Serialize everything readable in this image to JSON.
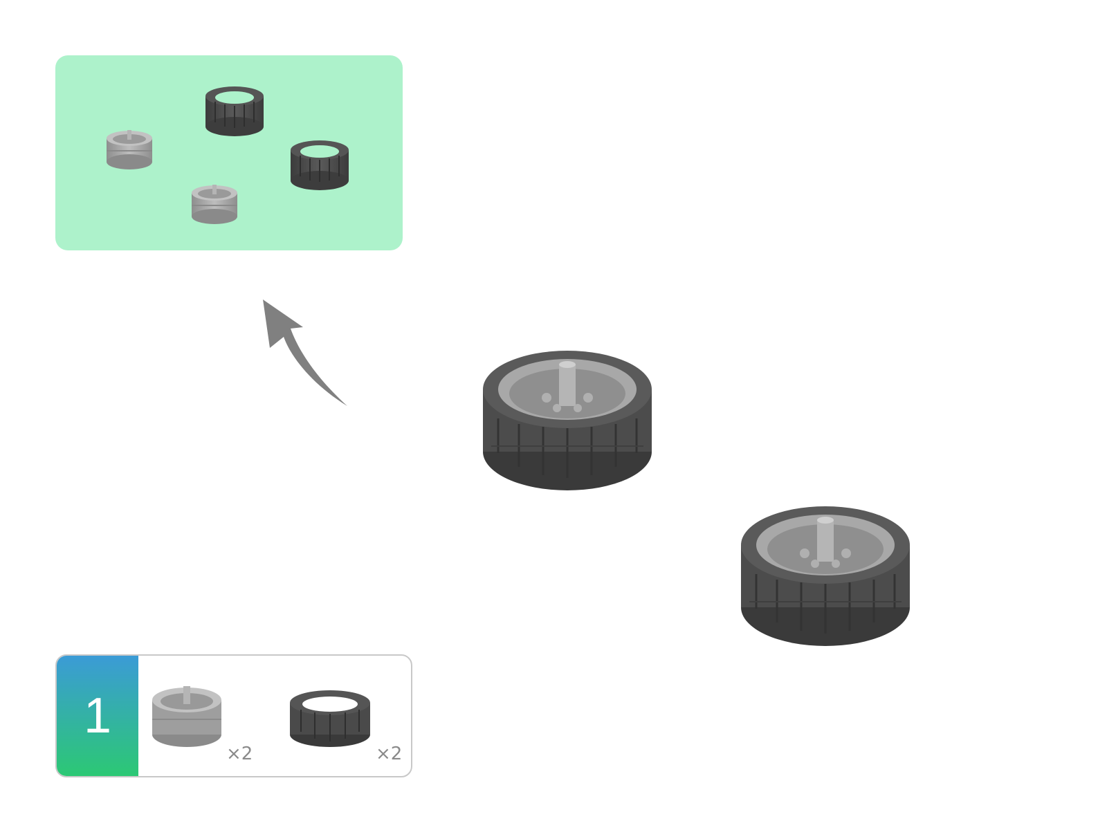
{
  "colors": {
    "panel": "#adf2cb",
    "badge_top": "#3b9bd6",
    "badge_bottom": "#2cc874",
    "tire": "#4f4f4f",
    "tire_dark": "#3a3a3a",
    "hub": "#a9a9a9",
    "hub_dark": "#8c8c8c",
    "arrow": "#808080"
  },
  "step": {
    "number": "1"
  },
  "parts": [
    {
      "name": "wheel-hub",
      "icon": "wheel-hub-icon",
      "quantity": "×2"
    },
    {
      "name": "tire",
      "icon": "tire-icon",
      "quantity": "×2"
    }
  ]
}
